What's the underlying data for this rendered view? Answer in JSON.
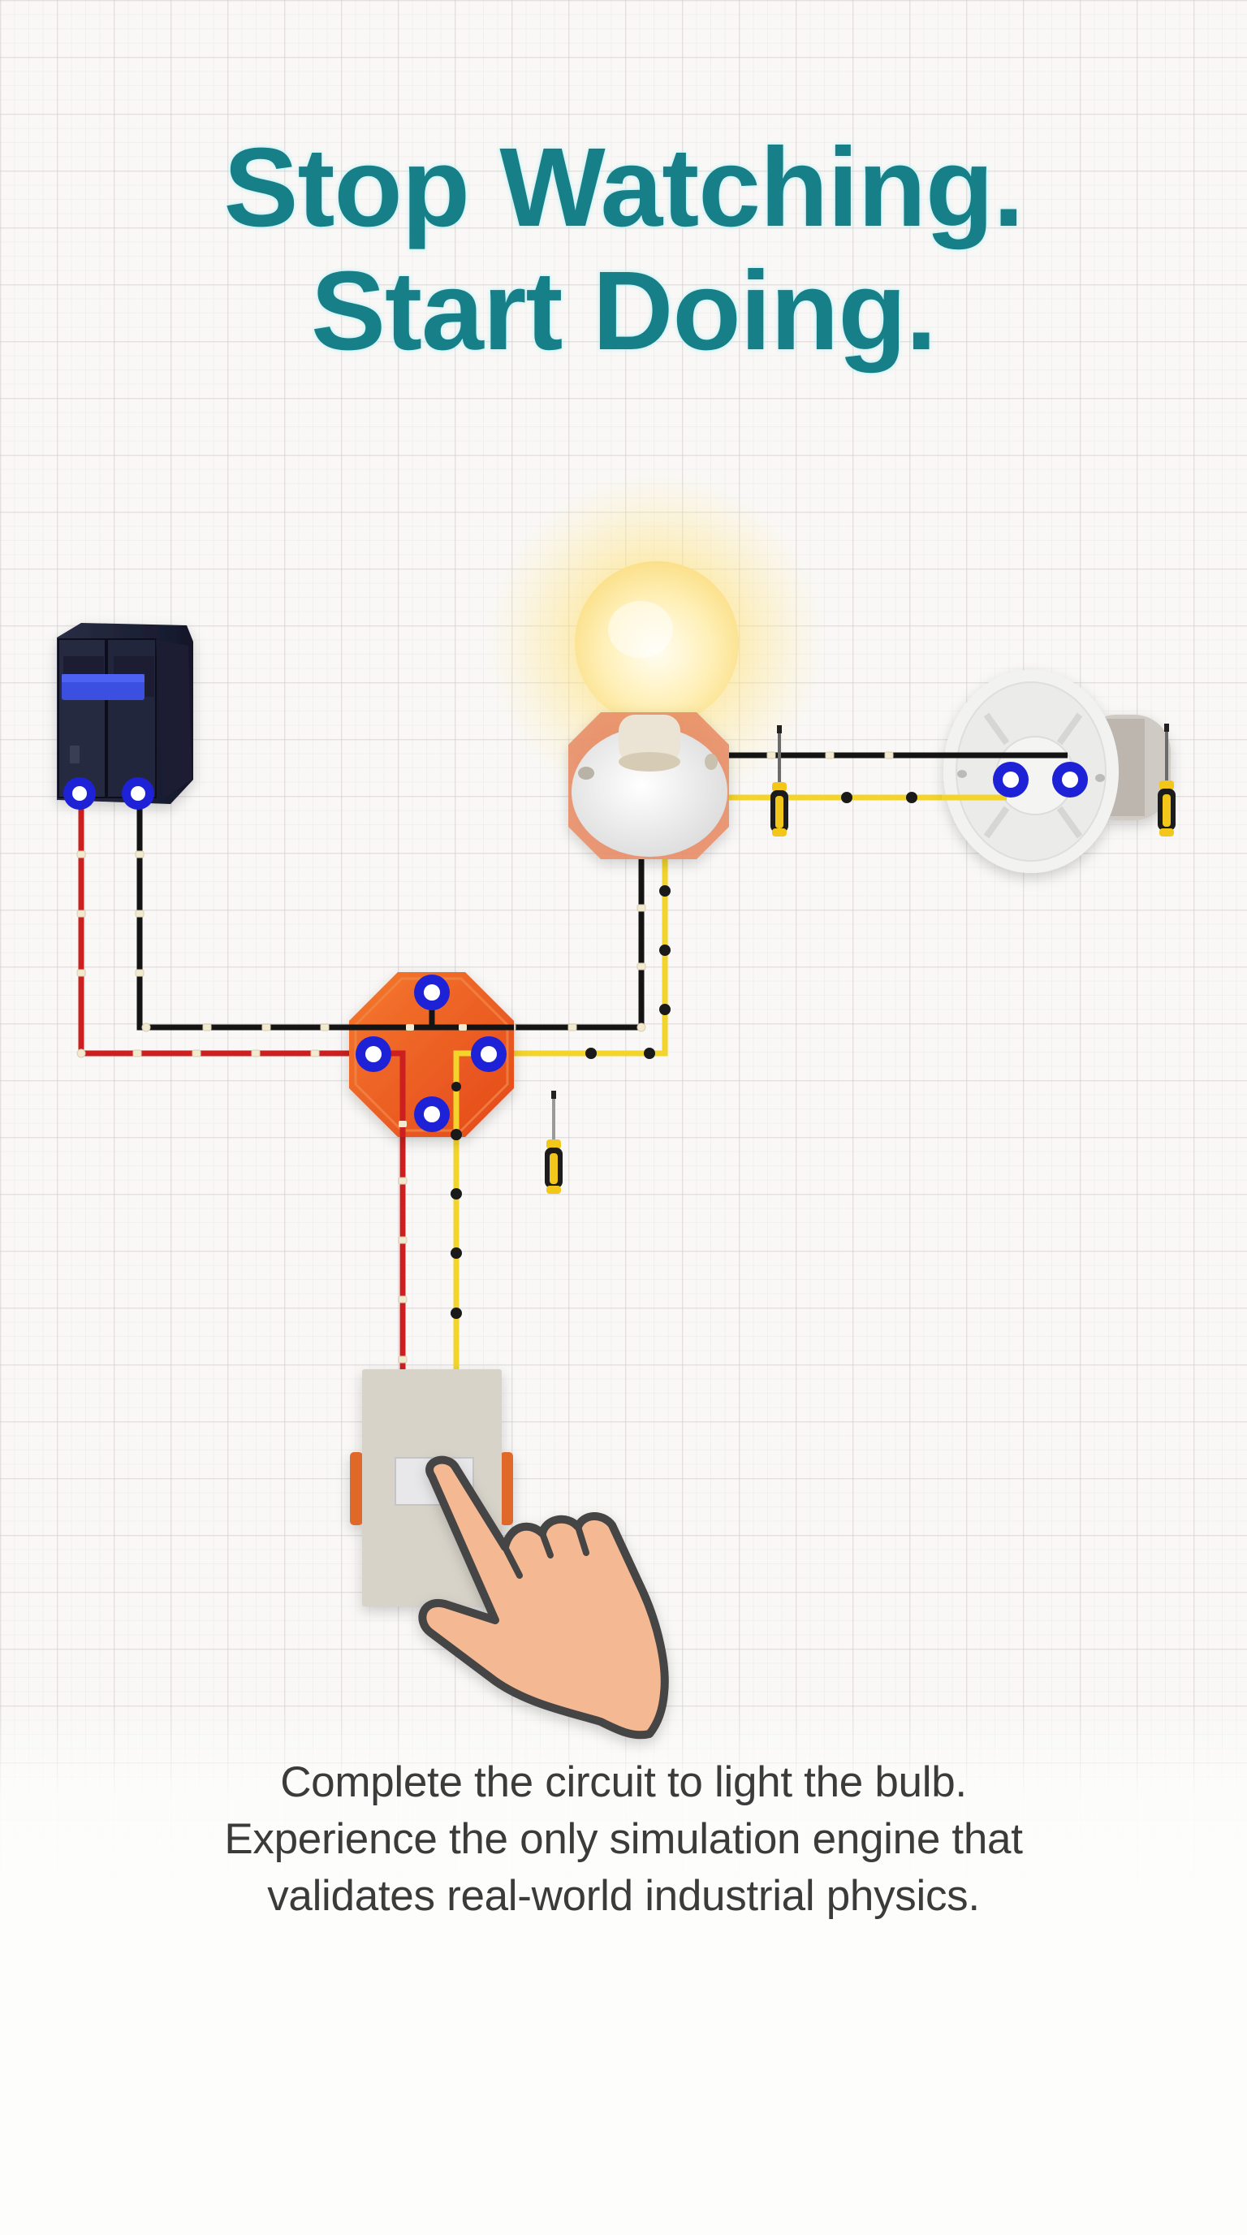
{
  "headline": {
    "line1": "Stop Watching.",
    "line2": "Start Doing.",
    "color": "#167f88"
  },
  "description": {
    "line1": "Complete the circuit to light the bulb.",
    "line2": "Experience the only simulation engine that",
    "line3": "validates real-world industrial physics."
  },
  "scene": {
    "components": [
      {
        "id": "circuit-breaker",
        "label": "Double-pole circuit breaker",
        "terminals": 2
      },
      {
        "id": "light-bulb",
        "label": "Light bulb (lit)",
        "state": "on"
      },
      {
        "id": "lamp-holder",
        "label": "Lamp holder",
        "terminals": 2
      },
      {
        "id": "junction-box",
        "label": "Octagonal junction box",
        "terminals": 4
      },
      {
        "id": "light-switch",
        "label": "Wall light switch"
      }
    ],
    "wire_colors": {
      "line": "#cc1f1f",
      "neutral": "#141414",
      "switched": "#f2d42a"
    },
    "terminal_color": "#1e22d6",
    "tools": [
      "screwdriver",
      "screwdriver",
      "screwdriver"
    ],
    "pointer": "hand-pointer"
  }
}
